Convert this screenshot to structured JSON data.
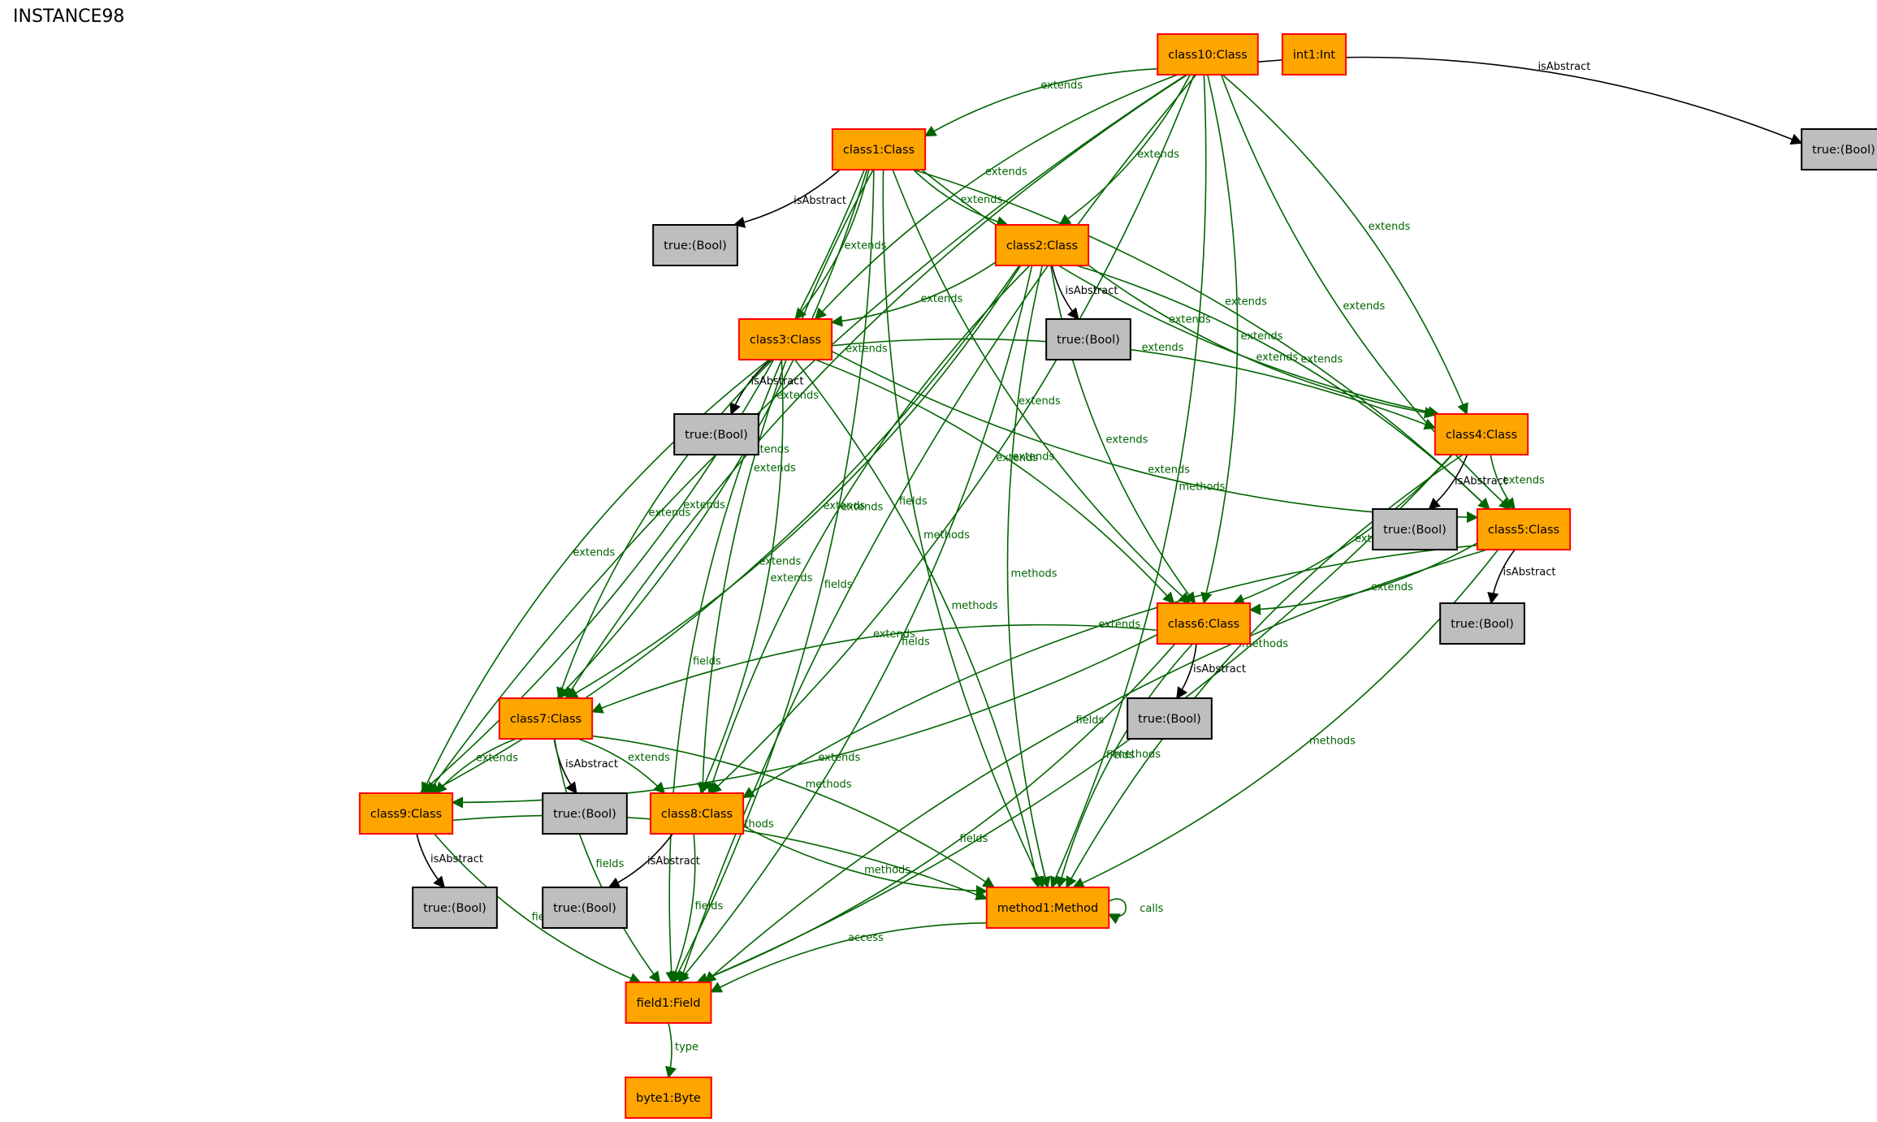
{
  "title": "INSTANCE98",
  "colors": {
    "class_fill": "#ffa500",
    "class_stroke": "#ff0000",
    "bool_fill": "#bebebe",
    "bool_stroke": "#000000",
    "extends_edge": "#006400",
    "isabstract_edge": "#000000"
  },
  "nodes": [
    {
      "id": "class10",
      "label": "class10:Class",
      "kind": "class"
    },
    {
      "id": "int1",
      "label": "int1:Int",
      "kind": "class"
    },
    {
      "id": "bool10",
      "label": "true:(Bool)",
      "kind": "bool"
    },
    {
      "id": "class1",
      "label": "class1:Class",
      "kind": "class"
    },
    {
      "id": "bool1",
      "label": "true:(Bool)",
      "kind": "bool"
    },
    {
      "id": "class2",
      "label": "class2:Class",
      "kind": "class"
    },
    {
      "id": "bool2",
      "label": "true:(Bool)",
      "kind": "bool"
    },
    {
      "id": "class3",
      "label": "class3:Class",
      "kind": "class"
    },
    {
      "id": "bool3",
      "label": "true:(Bool)",
      "kind": "bool"
    },
    {
      "id": "class4",
      "label": "class4:Class",
      "kind": "class"
    },
    {
      "id": "bool4",
      "label": "true:(Bool)",
      "kind": "bool"
    },
    {
      "id": "class5",
      "label": "class5:Class",
      "kind": "class"
    },
    {
      "id": "bool5",
      "label": "true:(Bool)",
      "kind": "bool"
    },
    {
      "id": "class6",
      "label": "class6:Class",
      "kind": "class"
    },
    {
      "id": "bool6",
      "label": "true:(Bool)",
      "kind": "bool"
    },
    {
      "id": "class7",
      "label": "class7:Class",
      "kind": "class"
    },
    {
      "id": "bool7",
      "label": "true:(Bool)",
      "kind": "bool"
    },
    {
      "id": "class8",
      "label": "class8:Class",
      "kind": "class"
    },
    {
      "id": "bool8",
      "label": "true:(Bool)",
      "kind": "bool"
    },
    {
      "id": "class9",
      "label": "class9:Class",
      "kind": "class"
    },
    {
      "id": "bool9",
      "label": "true:(Bool)",
      "kind": "bool"
    },
    {
      "id": "method1",
      "label": "method1:Method",
      "kind": "class"
    },
    {
      "id": "field1",
      "label": "field1:Field",
      "kind": "class"
    },
    {
      "id": "byte1",
      "label": "byte1:Byte",
      "kind": "class"
    }
  ],
  "edges": [
    {
      "from": "class10",
      "to": "bool10",
      "label": "isAbstract"
    },
    {
      "from": "class10",
      "to": "class1",
      "label": "extends"
    },
    {
      "from": "class10",
      "to": "class2",
      "label": "extends"
    },
    {
      "from": "class10",
      "to": "class3",
      "label": "extends"
    },
    {
      "from": "class10",
      "to": "class4",
      "label": "extends"
    },
    {
      "from": "class10",
      "to": "class5",
      "label": "extends"
    },
    {
      "from": "class10",
      "to": "class6",
      "label": "extends"
    },
    {
      "from": "class10",
      "to": "class7",
      "label": "extends"
    },
    {
      "from": "class10",
      "to": "class8",
      "label": "extends"
    },
    {
      "from": "class10",
      "to": "class9",
      "label": "extends"
    },
    {
      "from": "class10",
      "to": "method1",
      "label": "methods"
    },
    {
      "from": "class10",
      "to": "field1",
      "label": "fields"
    },
    {
      "from": "class1",
      "to": "bool1",
      "label": "isAbstract"
    },
    {
      "from": "class1",
      "to": "class2",
      "label": "extends"
    },
    {
      "from": "class1",
      "to": "class3",
      "label": "extends"
    },
    {
      "from": "class1",
      "to": "class4",
      "label": "extends"
    },
    {
      "from": "class1",
      "to": "class5",
      "label": "extends"
    },
    {
      "from": "class1",
      "to": "class6",
      "label": "extends"
    },
    {
      "from": "class1",
      "to": "class7",
      "label": "extends"
    },
    {
      "from": "class1",
      "to": "class8",
      "label": "extends"
    },
    {
      "from": "class1",
      "to": "class9",
      "label": "extends"
    },
    {
      "from": "class1",
      "to": "method1",
      "label": "methods"
    },
    {
      "from": "class1",
      "to": "field1",
      "label": "fields"
    },
    {
      "from": "class2",
      "to": "bool2",
      "label": "isAbstract"
    },
    {
      "from": "class2",
      "to": "class3",
      "label": "extends"
    },
    {
      "from": "class2",
      "to": "class4",
      "label": "extends"
    },
    {
      "from": "class2",
      "to": "class5",
      "label": "extends"
    },
    {
      "from": "class2",
      "to": "class6",
      "label": "extends"
    },
    {
      "from": "class2",
      "to": "class7",
      "label": "extends"
    },
    {
      "from": "class2",
      "to": "class8",
      "label": "extends"
    },
    {
      "from": "class2",
      "to": "class9",
      "label": "extends"
    },
    {
      "from": "class2",
      "to": "method1",
      "label": "methods"
    },
    {
      "from": "class2",
      "to": "field1",
      "label": "fields"
    },
    {
      "from": "class3",
      "to": "bool3",
      "label": "isAbstract"
    },
    {
      "from": "class3",
      "to": "class4",
      "label": "extends"
    },
    {
      "from": "class3",
      "to": "class5",
      "label": "extends"
    },
    {
      "from": "class3",
      "to": "class6",
      "label": "extends"
    },
    {
      "from": "class3",
      "to": "class7",
      "label": "extends"
    },
    {
      "from": "class3",
      "to": "class8",
      "label": "extends"
    },
    {
      "from": "class3",
      "to": "class9",
      "label": "extends"
    },
    {
      "from": "class3",
      "to": "method1",
      "label": "methods"
    },
    {
      "from": "class3",
      "to": "field1",
      "label": "fields"
    },
    {
      "from": "class4",
      "to": "bool4",
      "label": "isAbstract"
    },
    {
      "from": "class4",
      "to": "class5",
      "label": "extends"
    },
    {
      "from": "class4",
      "to": "class6",
      "label": "extends"
    },
    {
      "from": "class4",
      "to": "method1",
      "label": "methods"
    },
    {
      "from": "class4",
      "to": "field1",
      "label": "fields"
    },
    {
      "from": "class5",
      "to": "bool5",
      "label": "isAbstract"
    },
    {
      "from": "class5",
      "to": "class6",
      "label": "extends"
    },
    {
      "from": "class5",
      "to": "class8",
      "label": "extends"
    },
    {
      "from": "class5",
      "to": "method1",
      "label": "methods"
    },
    {
      "from": "class5",
      "to": "field1",
      "label": "fields"
    },
    {
      "from": "class6",
      "to": "bool6",
      "label": "isAbstract"
    },
    {
      "from": "class6",
      "to": "class7",
      "label": "extends"
    },
    {
      "from": "class6",
      "to": "class9",
      "label": "extends"
    },
    {
      "from": "class6",
      "to": "method1",
      "label": "methods"
    },
    {
      "from": "class6",
      "to": "field1",
      "label": "fields"
    },
    {
      "from": "class7",
      "to": "bool7",
      "label": "isAbstract"
    },
    {
      "from": "class7",
      "to": "class8",
      "label": "extends"
    },
    {
      "from": "class7",
      "to": "class9",
      "label": "extends"
    },
    {
      "from": "class7",
      "to": "method1",
      "label": "methods"
    },
    {
      "from": "class7",
      "to": "field1",
      "label": "fields"
    },
    {
      "from": "class8",
      "to": "bool8",
      "label": "isAbstract"
    },
    {
      "from": "class8",
      "to": "method1",
      "label": "methods"
    },
    {
      "from": "class8",
      "to": "field1",
      "label": "fields"
    },
    {
      "from": "class9",
      "to": "bool9",
      "label": "isAbstract"
    },
    {
      "from": "class9",
      "to": "method1",
      "label": "methods"
    },
    {
      "from": "class9",
      "to": "field1",
      "label": "fields"
    },
    {
      "from": "method1",
      "to": "method1",
      "label": "calls"
    },
    {
      "from": "method1",
      "to": "field1",
      "label": "access"
    },
    {
      "from": "field1",
      "to": "byte1",
      "label": "type"
    }
  ]
}
